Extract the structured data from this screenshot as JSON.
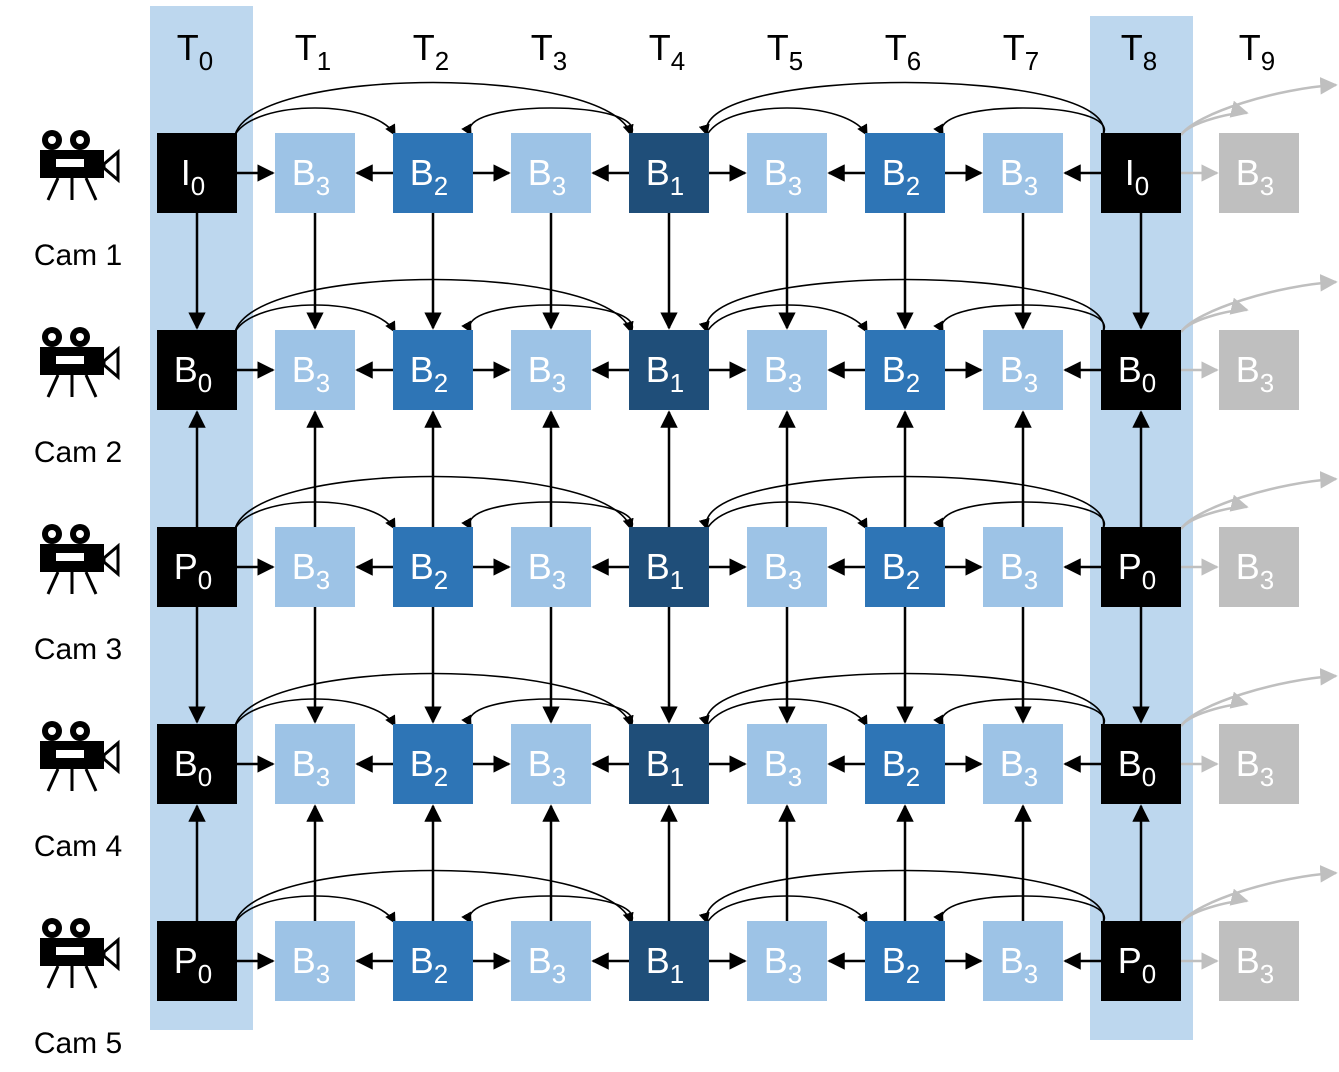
{
  "diagram": {
    "time_labels": [
      {
        "base": "T",
        "sub": "0"
      },
      {
        "base": "T",
        "sub": "1"
      },
      {
        "base": "T",
        "sub": "2"
      },
      {
        "base": "T",
        "sub": "3"
      },
      {
        "base": "T",
        "sub": "4"
      },
      {
        "base": "T",
        "sub": "5"
      },
      {
        "base": "T",
        "sub": "6"
      },
      {
        "base": "T",
        "sub": "7"
      },
      {
        "base": "T",
        "sub": "8"
      },
      {
        "base": "T",
        "sub": "9"
      }
    ],
    "cameras": [
      "Cam 1",
      "Cam 2",
      "Cam 3",
      "Cam 4",
      "Cam 5"
    ],
    "row_types": [
      "I",
      "B",
      "P",
      "B",
      "P"
    ],
    "column_types": [
      null,
      "B3",
      "B2",
      "B3",
      "B1",
      "B3",
      "B2",
      "B3",
      null,
      "B3next"
    ],
    "frames": [
      [
        {
          "base": "I",
          "sub": "0"
        },
        {
          "base": "B",
          "sub": "3"
        },
        {
          "base": "B",
          "sub": "2"
        },
        {
          "base": "B",
          "sub": "3"
        },
        {
          "base": "B",
          "sub": "1"
        },
        {
          "base": "B",
          "sub": "3"
        },
        {
          "base": "B",
          "sub": "2"
        },
        {
          "base": "B",
          "sub": "3"
        },
        {
          "base": "I",
          "sub": "0"
        },
        {
          "base": "B",
          "sub": "3"
        }
      ],
      [
        {
          "base": "B",
          "sub": "0"
        },
        {
          "base": "B",
          "sub": "3"
        },
        {
          "base": "B",
          "sub": "2"
        },
        {
          "base": "B",
          "sub": "3"
        },
        {
          "base": "B",
          "sub": "1"
        },
        {
          "base": "B",
          "sub": "3"
        },
        {
          "base": "B",
          "sub": "2"
        },
        {
          "base": "B",
          "sub": "3"
        },
        {
          "base": "B",
          "sub": "0"
        },
        {
          "base": "B",
          "sub": "3"
        }
      ],
      [
        {
          "base": "P",
          "sub": "0"
        },
        {
          "base": "B",
          "sub": "3"
        },
        {
          "base": "B",
          "sub": "2"
        },
        {
          "base": "B",
          "sub": "3"
        },
        {
          "base": "B",
          "sub": "1"
        },
        {
          "base": "B",
          "sub": "3"
        },
        {
          "base": "B",
          "sub": "2"
        },
        {
          "base": "B",
          "sub": "3"
        },
        {
          "base": "P",
          "sub": "0"
        },
        {
          "base": "B",
          "sub": "3"
        }
      ],
      [
        {
          "base": "B",
          "sub": "0"
        },
        {
          "base": "B",
          "sub": "3"
        },
        {
          "base": "B",
          "sub": "2"
        },
        {
          "base": "B",
          "sub": "3"
        },
        {
          "base": "B",
          "sub": "1"
        },
        {
          "base": "B",
          "sub": "3"
        },
        {
          "base": "B",
          "sub": "2"
        },
        {
          "base": "B",
          "sub": "3"
        },
        {
          "base": "B",
          "sub": "0"
        },
        {
          "base": "B",
          "sub": "3"
        }
      ],
      [
        {
          "base": "P",
          "sub": "0"
        },
        {
          "base": "B",
          "sub": "3"
        },
        {
          "base": "B",
          "sub": "2"
        },
        {
          "base": "B",
          "sub": "3"
        },
        {
          "base": "B",
          "sub": "1"
        },
        {
          "base": "B",
          "sub": "3"
        },
        {
          "base": "B",
          "sub": "2"
        },
        {
          "base": "B",
          "sub": "3"
        },
        {
          "base": "P",
          "sub": "0"
        },
        {
          "base": "B",
          "sub": "3"
        }
      ]
    ],
    "highlighted_columns": [
      0,
      8
    ],
    "colors": {
      "anchor": "#000000",
      "B1": "#1f4e79",
      "B2": "#2e75b6",
      "B3": "#9dc3e6",
      "next": "#bfbfbf",
      "highlight": "#bdd7ee",
      "arrow": "#000000",
      "next_arrow": "#bfbfbf",
      "text_light": "#ffffff",
      "text_dark": "#000000"
    }
  }
}
